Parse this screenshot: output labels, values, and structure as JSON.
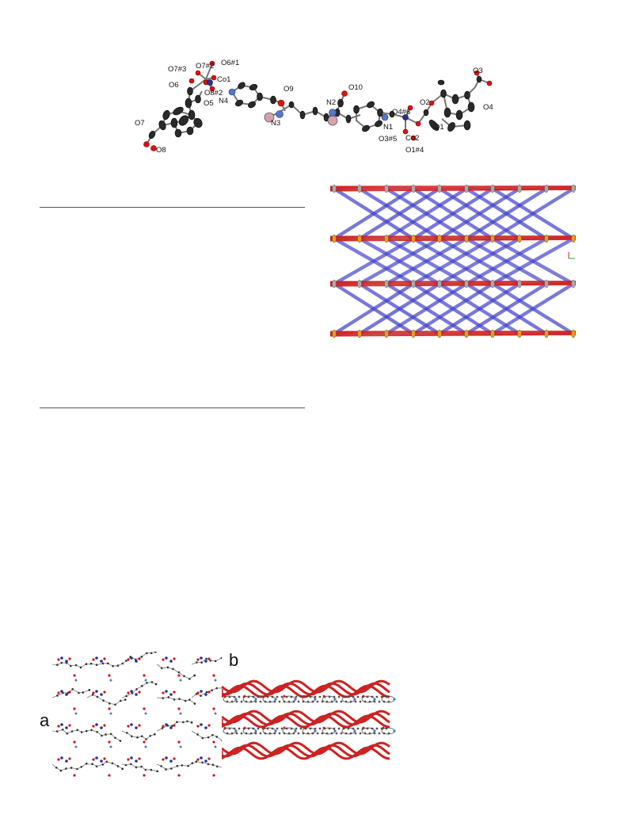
{
  "figure_molecule": {
    "atom_labels": {
      "O7_3": "O7#3",
      "O7_2": "O7#2",
      "O6_1": "O6#1",
      "Co1": "Co1",
      "O6": "O6",
      "O8_2": "O8#2",
      "O5": "O5",
      "N4": "N4",
      "O9": "O9",
      "N3": "N3",
      "O10": "O10",
      "N2": "N2",
      "O3": "O3",
      "O4": "O4",
      "O2": "O2",
      "O4_6": "O4#6",
      "N1": "N1",
      "O1": "O1",
      "Co2": "Co2",
      "O3_5": "O3#5",
      "O1_4": "O1#4",
      "O7": "O7",
      "O8": "O8"
    }
  },
  "figure_network": {
    "colors": {
      "layer": "#cc2222",
      "linker": "#4444cc",
      "node_gray": "#a9a9a9",
      "node_orange": "#e0a020"
    }
  },
  "figure_packing": {
    "panel_a": "a",
    "panel_b": "b"
  },
  "colors": {
    "oxygen": "#dd1111",
    "nitrogen": "#5577cc",
    "cobalt": "#223399",
    "carbon": "#222222"
  }
}
